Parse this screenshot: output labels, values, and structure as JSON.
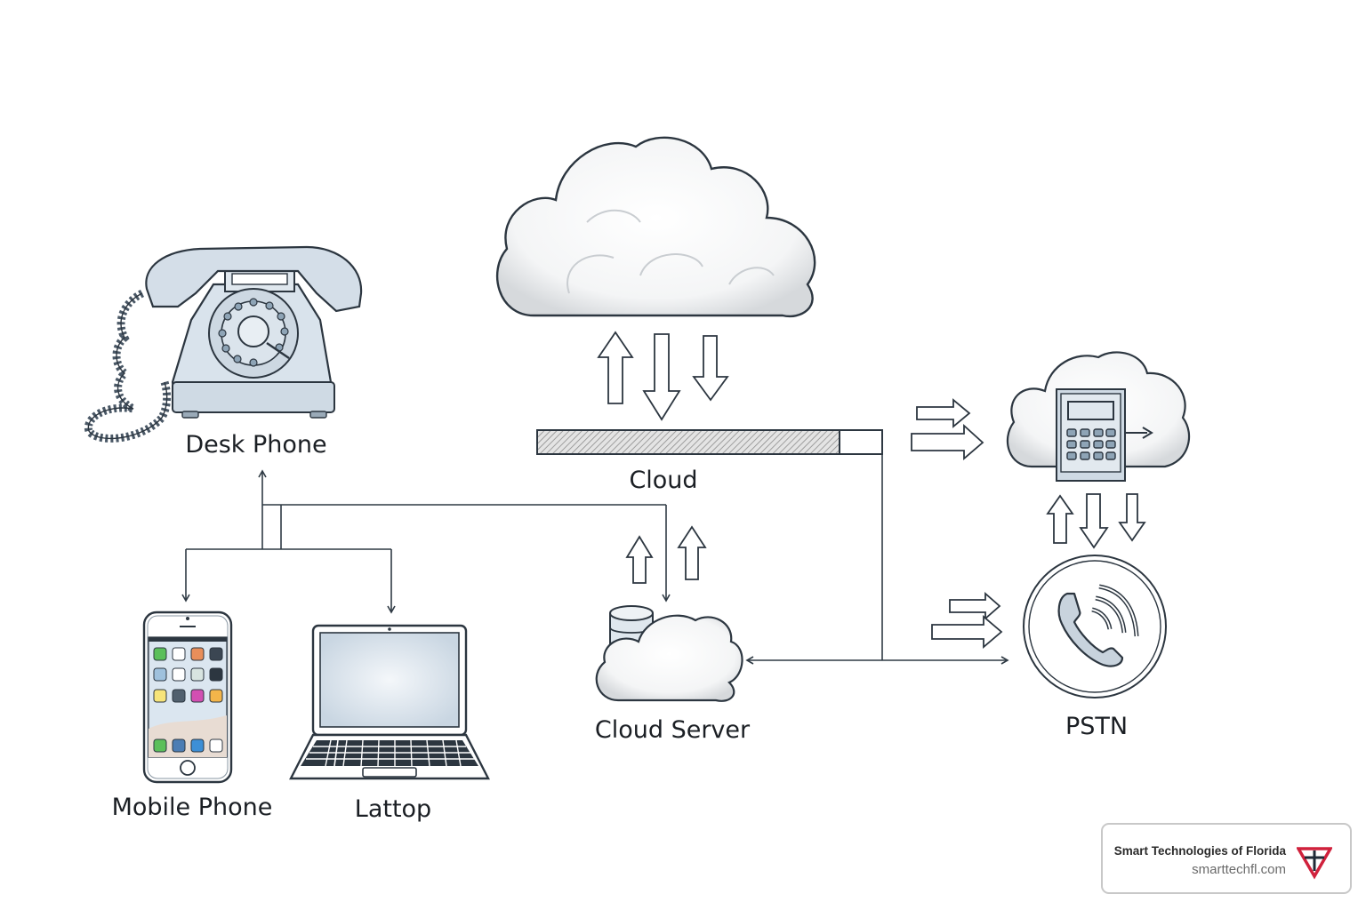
{
  "diagram": {
    "title": "Cloud phone system connectivity",
    "nodes": {
      "desk_phone": "Desk Phone",
      "cloud": "Cloud",
      "mobile_phone": "Mobile Phone",
      "laptop": "Lattop",
      "cloud_server": "Cloud Server",
      "pstn": "PSTN"
    },
    "icons": {
      "desk_phone": "rotary-phone-icon",
      "cloud": "cloud-icon",
      "mobile_phone": "smartphone-icon",
      "laptop": "laptop-icon",
      "cloud_server": "database-cloud-icon",
      "gateway": "keypad-cloud-icon",
      "pstn": "phone-call-icon"
    },
    "connections": [
      {
        "from": "mobile_phone",
        "to": "desk_phone"
      },
      {
        "from": "laptop",
        "to": "desk_phone"
      },
      {
        "from": "desk_phone",
        "to": "cloud_server"
      },
      {
        "from": "cloud",
        "to": "gateway"
      },
      {
        "from": "cloud",
        "to": "cloud_server"
      },
      {
        "from": "cloud",
        "to": "pstn"
      },
      {
        "from": "gateway",
        "to": "pstn"
      }
    ],
    "colors": {
      "line": "#2f3a44",
      "device_fill": "#dde6ee",
      "label": "#1b1f24"
    }
  },
  "branding": {
    "company": "Smart Technologies of Florida",
    "url": "smarttechfl.com",
    "logo_colors": {
      "triangle": "#d0213c",
      "cross": "#1f2a36"
    }
  }
}
